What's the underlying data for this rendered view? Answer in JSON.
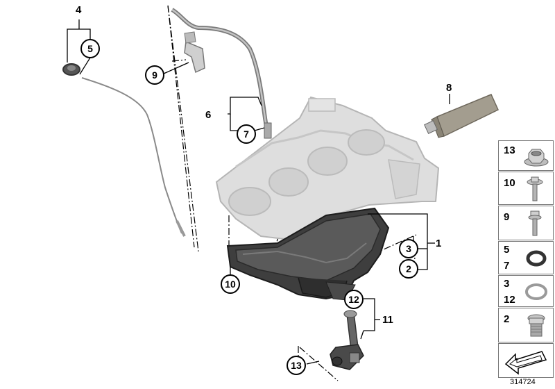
{
  "diagram": {
    "callouts": {
      "c1": "1",
      "c2": "2",
      "c3": "3",
      "c4": "4",
      "c5": "5",
      "c6": "6",
      "c7": "7",
      "c8": "8",
      "c9": "9",
      "c10": "10",
      "c11": "11",
      "c12": "12",
      "c13": "13"
    },
    "legend": [
      {
        "numbers": [
          "13"
        ],
        "icon": "nut-icon"
      },
      {
        "numbers": [
          "10"
        ],
        "icon": "flange-bolt-icon"
      },
      {
        "numbers": [
          "9"
        ],
        "icon": "screw-icon"
      },
      {
        "numbers": [
          "5",
          "7"
        ],
        "icon": "o-ring-icon"
      },
      {
        "numbers": [
          "3",
          "12"
        ],
        "icon": "seal-ring-icon"
      },
      {
        "numbers": [
          "2"
        ],
        "icon": "drain-plug-icon"
      },
      {
        "numbers": [],
        "icon": "arrow-icon"
      }
    ],
    "diagram_id": "314724"
  }
}
